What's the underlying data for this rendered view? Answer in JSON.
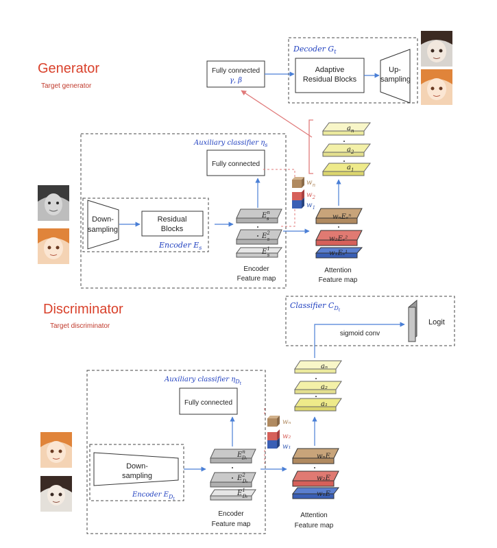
{
  "colors": {
    "title_red": "#d9412b",
    "subtitle_red": "#c0392b",
    "math_blue": "#1f3fbf",
    "arrow_blue": "#4a7fd6",
    "dashed_gray": "#444444",
    "pink_line": "#e07a7a",
    "yellow_feature": "#f3f0a8",
    "gray_feature": "#c9c9c9",
    "brown_weight": "#b08a60",
    "red_weight": "#d6605a",
    "blue_weight": "#3a5fb5"
  },
  "generator": {
    "title": "Generator",
    "subtitle": "Target generator",
    "decoder_label": "Decoder G",
    "decoder_sub": "t",
    "fc_gamma_line1": "Fully connected",
    "fc_gamma_line2": "γ, β",
    "adaptive_line1": "Adaptive",
    "adaptive_line2": "Residual Blocks",
    "upsampling_line1": "Up-",
    "upsampling_line2": "sampling",
    "aux_label": "Auxiliary classifier η",
    "aux_sub": "s",
    "fc_aux": "Fully connected",
    "downsampling_line1": "Down-",
    "downsampling_line2": "sampling",
    "residual_line1": "Residual",
    "residual_line2": "Blocks",
    "encoder_label": "Encoder E",
    "encoder_sub": "s",
    "feat_n": "E",
    "feat_sup_n": "n",
    "feat_sup_2": "2",
    "feat_sup_1": "1",
    "feat_sub": "s",
    "enc_map_line1": "Encoder",
    "enc_map_line2": "Feature map",
    "att_map_line1": "Attention",
    "att_map_line2": "Feature map",
    "a_n": "a",
    "a_sub_n": "n",
    "a_sub_2": "2",
    "a_sub_1": "1",
    "w_n": "w",
    "w_sub_n": "n",
    "w_sub_2": "2",
    "w_sub_1": "1"
  },
  "discriminator": {
    "title": "Discriminator",
    "subtitle": "Target discriminator",
    "classifier_label": "Classifier C",
    "classifier_sub": "D",
    "classifier_subsub": "t",
    "sigmoid": "sigmoid conv",
    "logit": "Logit",
    "aux_label": "Auxiliary classifier η",
    "aux_sub": "D",
    "aux_subsub": "t",
    "fc_aux": "Fully connected",
    "downsampling_line1": "Down-",
    "downsampling_line2": "sampling",
    "encoder_label": "Encoder E",
    "encoder_sub": "D",
    "encoder_subsub": "t",
    "enc_map_line1": "Encoder",
    "enc_map_line2": "Feature map",
    "att_map_line1": "Attention",
    "att_map_line2": "Feature map"
  }
}
